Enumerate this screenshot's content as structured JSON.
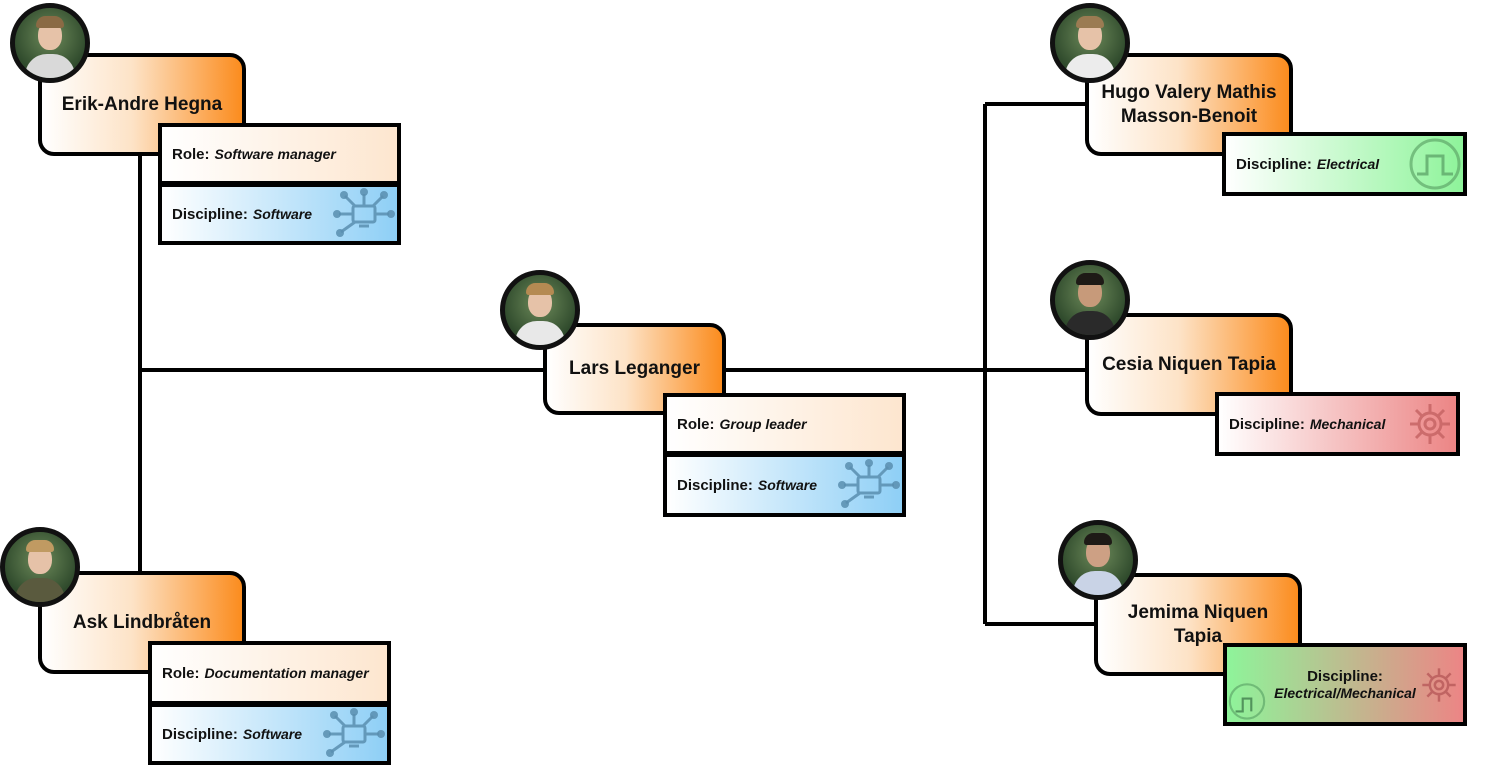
{
  "people": {
    "erik": {
      "name": "Erik-Andre Hegna",
      "role_label": "Role:",
      "role": "Software manager",
      "disc_label": "Discipline:",
      "discipline": "Software"
    },
    "ask": {
      "name": "Ask Lindbråten",
      "role_label": "Role:",
      "role": "Documentation manager",
      "disc_label": "Discipline:",
      "discipline": "Software"
    },
    "lars": {
      "name": "Lars Leganger",
      "role_label": "Role:",
      "role": "Group leader",
      "disc_label": "Discipline:",
      "discipline": "Software"
    },
    "hugo": {
      "name_line1": "Hugo Valery Mathis",
      "name_line2": "Masson-Benoit",
      "disc_label": "Discipline:",
      "discipline": "Electrical"
    },
    "cesia": {
      "name": "Cesia Niquen Tapia",
      "disc_label": "Discipline:",
      "discipline": "Mechanical"
    },
    "jemima": {
      "name_line1": "Jemima Niquen",
      "name_line2": "Tapia",
      "disc_label": "Discipline:",
      "discipline": "Electrical/Mechanical"
    }
  },
  "colors": {
    "name_box_accent": "#fb8c1e",
    "software": "#8ecff6",
    "electrical": "#8ef49a",
    "mechanical": "#ec8585",
    "icon": "#5a8fb0"
  },
  "icons": {
    "software": "network-computer-icon",
    "electrical": "pulse-circle-icon",
    "mechanical": "gear-icon"
  }
}
